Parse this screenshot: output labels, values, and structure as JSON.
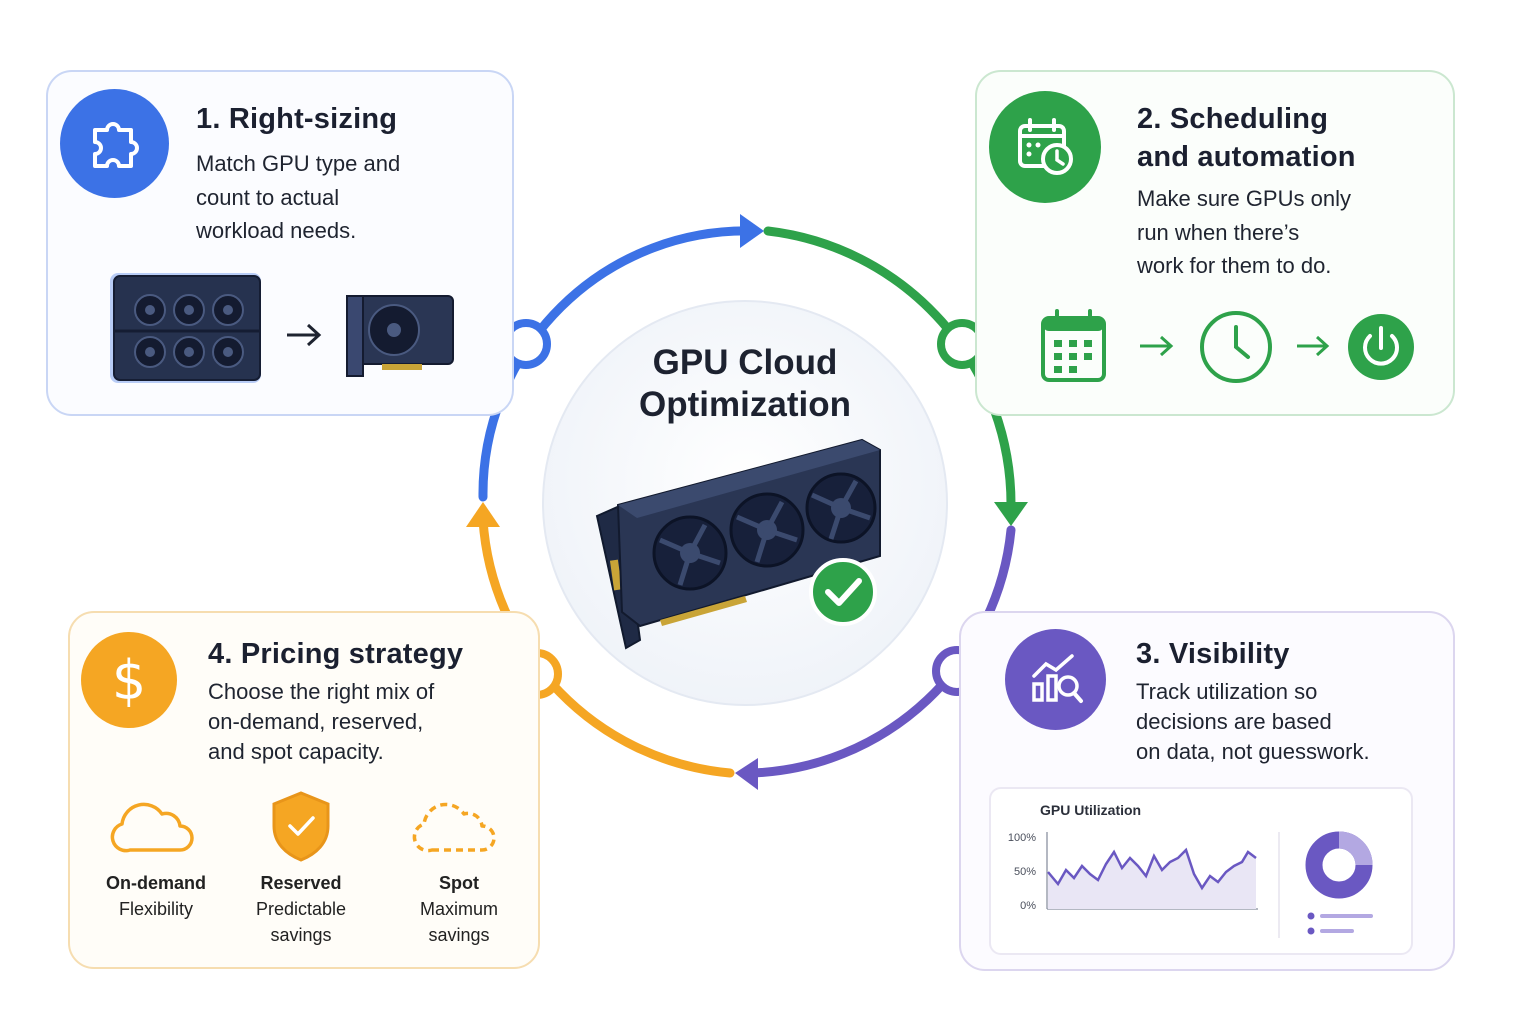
{
  "title": "GPU Cloud Optimization",
  "cards": {
    "right_sizing": {
      "title": "1. Right-sizing",
      "lines": [
        "Match GPU type and",
        "count to actual",
        "workload needs."
      ]
    },
    "scheduling": {
      "title_lines": [
        "2. Scheduling",
        "and automation"
      ],
      "lines": [
        "Make sure GPUs only",
        "run when there’s",
        "work for them to do."
      ]
    },
    "visibility": {
      "title": "3. Visibility",
      "lines": [
        "Track utilization so",
        "decisions are based",
        "on data, not guesswork."
      ],
      "chart_title": "GPU Utilization",
      "y_ticks": [
        "100%",
        "50%",
        "0%"
      ]
    },
    "pricing": {
      "title": "4. Pricing strategy",
      "lines": [
        "Choose the right mix of",
        "on-demand, reserved,",
        "and spot capacity."
      ],
      "options": [
        {
          "name": "On-demand",
          "desc": [
            "Flexibility"
          ]
        },
        {
          "name": "Reserved",
          "desc": [
            "Predictable",
            "savings"
          ]
        },
        {
          "name": "Spot",
          "desc": [
            "Maximum",
            "savings"
          ]
        }
      ]
    }
  },
  "colors": {
    "blue": "#3c72e6",
    "green": "#2ea24a",
    "purple": "#6a58c2",
    "orange": "#f5a623",
    "navy": "#23304f"
  },
  "icons": [
    "puzzle-icon",
    "calendar-clock-icon",
    "chart-search-icon",
    "dollar-icon",
    "calendar-icon",
    "clock-icon",
    "power-icon",
    "cloud-icon",
    "shield-check-icon",
    "dashed-cloud-icon",
    "check-icon",
    "arrow-right-icon"
  ]
}
